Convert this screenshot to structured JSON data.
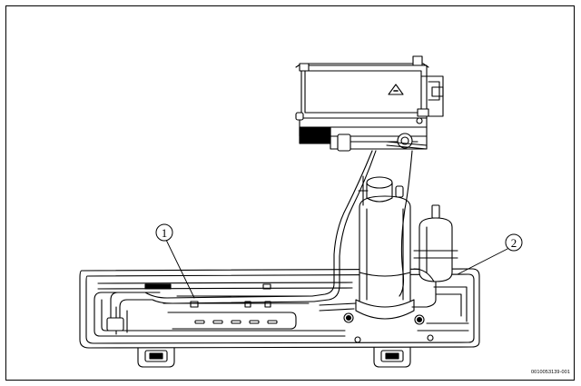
{
  "diagram": {
    "callouts": [
      {
        "id": "callout-1",
        "label": "1"
      },
      {
        "id": "callout-2",
        "label": "2"
      }
    ],
    "figure_id": "0010053139-001"
  },
  "colors": {
    "line": "#000000",
    "background": "#ffffff"
  }
}
